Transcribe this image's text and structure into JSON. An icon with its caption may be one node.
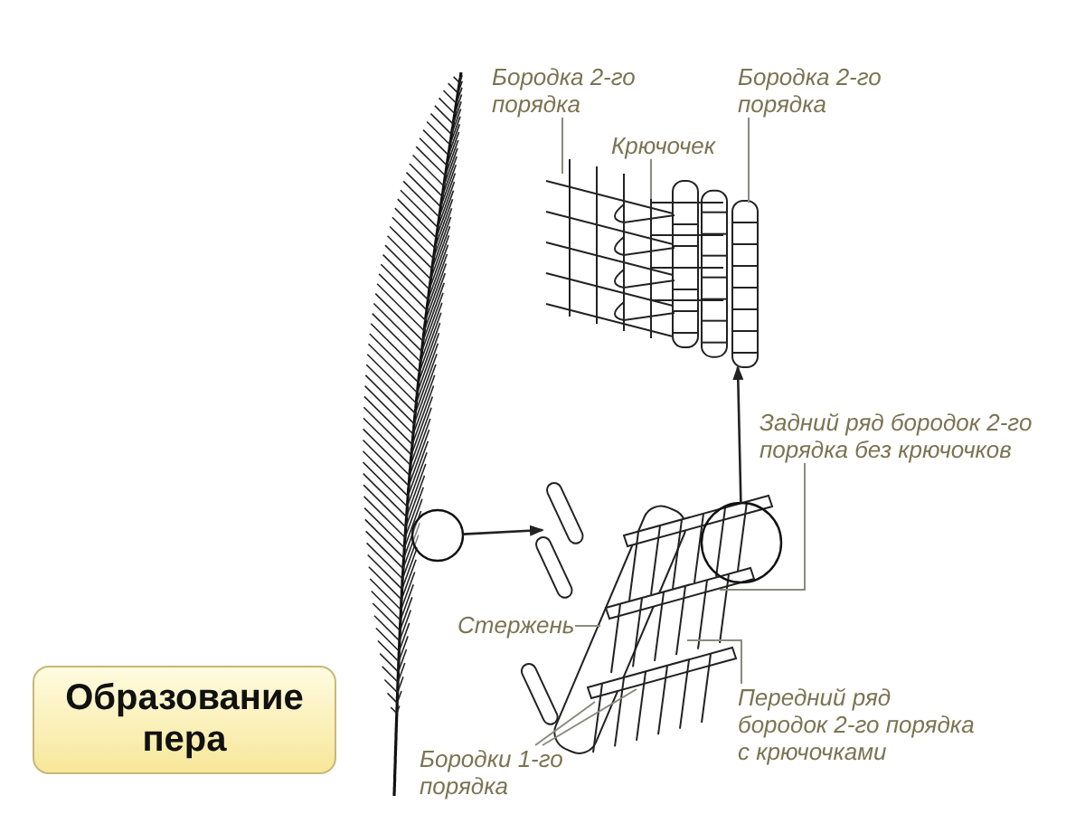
{
  "diagram": {
    "title": "Образование пера",
    "nodes": [
      {
        "text": [],
        "shape": "picture"
      },
      {
        "text": [],
        "shape": "circle",
        "in": 0
      },
      {
        "text": [],
        "shape": "picture"
      },
      {
        "text": [],
        "shape": "picture"
      },
      {
        "text": [],
        "shape": "circle"
      },
      {
        "text": [
          "Бородка 2-го порядка"
        ]
      },
      {
        "text": [
          "Крючочек"
        ]
      },
      {
        "text": [
          "Бородка 2-го порядка"
        ]
      },
      {
        "text": [
          "Задний ряд бородок 2-го порядка без крючочков"
        ]
      },
      {
        "text": [
          "Стержень"
        ]
      },
      {
        "text": [
          "Передний ряд бородок 2-го порядка с крючочками"
        ]
      },
      {
        "text": [
          "Бородки 1-го порядка"
        ]
      }
    ],
    "edges": [
      {
        "from": 1,
        "to": 3,
        "arrow": "to",
        "color": "#222222"
      },
      {
        "from": 4,
        "to": 2,
        "arrow": "to",
        "color": "#222222"
      },
      {
        "from": 5,
        "to": 2,
        "arrow": "none"
      },
      {
        "from": 6,
        "to": 2,
        "arrow": "none"
      },
      {
        "from": 7,
        "to": 2,
        "arrow": "none"
      },
      {
        "from": 8,
        "to": 3,
        "arrow": "none"
      },
      {
        "from": 9,
        "to": 3,
        "arrow": "none"
      },
      {
        "from": 10,
        "to": 3,
        "arrow": "none"
      },
      {
        "from": 11,
        "to": 3,
        "arrow": "none"
      },
      {
        "from": 11,
        "to": 3,
        "arrow": "none"
      }
    ]
  }
}
